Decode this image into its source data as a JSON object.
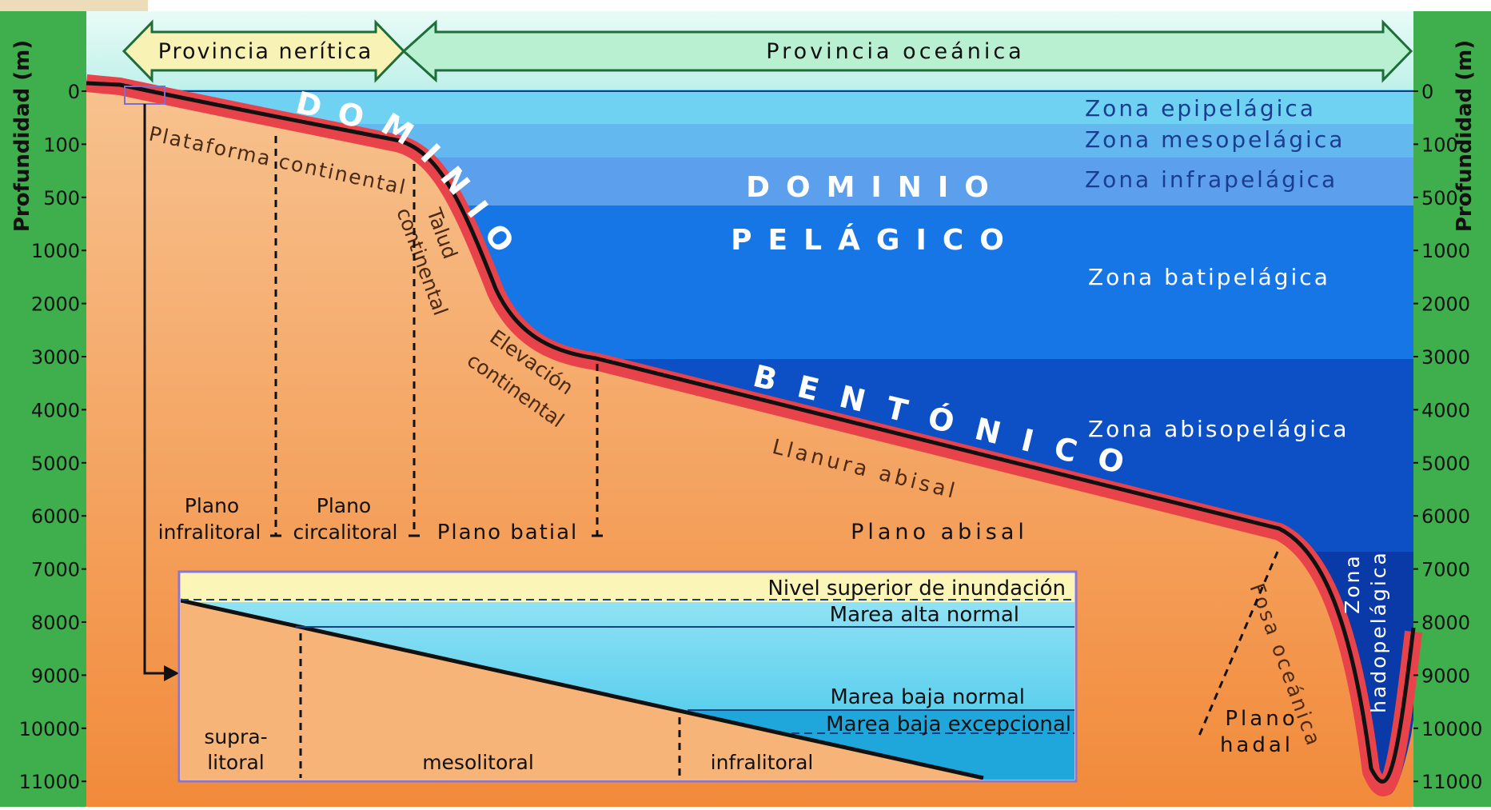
{
  "depth_axis": {
    "title": "Profundidad (m)",
    "ticks": [
      "0",
      "100",
      "500",
      "1000",
      "2000",
      "3000",
      "4000",
      "5000",
      "6000",
      "7000",
      "8000",
      "9000",
      "10000",
      "11000"
    ]
  },
  "provinces": {
    "neritic": "Provincia nerítica",
    "oceanic": "Provincia oceánica"
  },
  "zones": {
    "epipelagic": "Zona epipelágica",
    "mesopelagic": "Zona mesopelágica",
    "infrapelagic": "Zona infrapelágica",
    "batipelagic": "Zona batipelágica",
    "abisopelagic": "Zona abisopelágica",
    "hadopelagic_1": "Zona",
    "hadopelagic_2": "hadopelágica"
  },
  "domains": {
    "pelagic_1": "DOMINIO",
    "pelagic_2": "PELÁGICO",
    "benthic_1": "DOMINIO",
    "benthic_2": "BENTÓNICO"
  },
  "relief": {
    "shelf": "Plataforma continental",
    "slope_1": "Talud",
    "slope_2": "continental",
    "rise_1": "Elevación",
    "rise_2": "continental",
    "abyssal_plain": "Llanura abisal",
    "trench": "Fosa oceánica"
  },
  "planes": {
    "infralitoral_1": "Plano",
    "infralitoral_2": "infralitoral",
    "circalitoral_1": "Plano",
    "circalitoral_2": "circalitoral",
    "batial": "Plano batial",
    "abisal": "Plano abisal",
    "hadal_1": "Plano",
    "hadal_2": "hadal"
  },
  "inset": {
    "level_flood": "Nivel superior de inundación",
    "high_tide": "Marea alta normal",
    "low_tide": "Marea baja normal",
    "low_tide_exc": "Marea baja excepcional",
    "supra_1": "supra-",
    "supra_2": "litoral",
    "meso": "mesolitoral",
    "infra": "infralitoral"
  },
  "colors": {
    "axis_green": "#3fae4c",
    "sediment": "#f3a261",
    "seabed_red": "#e8434a",
    "water_epipelagic": "#6fd2f2",
    "water_batipelagic": "#1776e6",
    "water_abisopelagic": "#0d4fc4",
    "hadal_water": "#0a3aa8"
  }
}
